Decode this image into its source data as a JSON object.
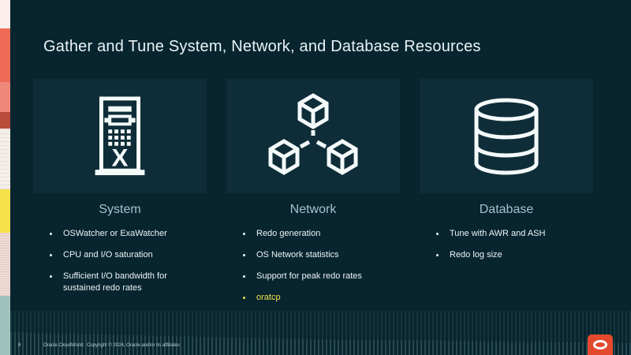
{
  "slide": {
    "title": "Gather and Tune System, Network, and Database Resources",
    "page_number": "9",
    "footer": {
      "brand": "Oracle CloudWorld",
      "copyright": "Copyright © 2024, Oracle and/or its affiliates"
    },
    "colors": {
      "background": "#08252f",
      "panel": "#0e2d38",
      "heading": "#a4c1d1",
      "body_text": "#edf4f7",
      "highlight_text": "#efe14e",
      "oracle_red": "#e34a2d",
      "strip_coral": "#ee6a57",
      "strip_yellow": "#f6e14b",
      "strip_teal": "#9fc3bc"
    }
  },
  "columns": [
    {
      "heading": "System",
      "icon": "server-icon",
      "bullets": [
        {
          "text": "OSWatcher or ExaWatcher",
          "emphasis": "normal"
        },
        {
          "text": "CPU and I/O saturation",
          "emphasis": "normal"
        },
        {
          "text": "Sufficient I/O bandwidth for sustained redo rates",
          "emphasis": "normal"
        }
      ]
    },
    {
      "heading": "Network",
      "icon": "network-nodes-icon",
      "bullets": [
        {
          "text": "Redo generation",
          "emphasis": "normal"
        },
        {
          "text": "OS Network statistics",
          "emphasis": "normal"
        },
        {
          "text": "Support for peak redo rates",
          "emphasis": "normal"
        },
        {
          "text": "oratcp",
          "emphasis": "highlight"
        }
      ]
    },
    {
      "heading": "Database",
      "icon": "database-icon",
      "bullets": [
        {
          "text": "Tune with AWR and ASH",
          "emphasis": "normal"
        },
        {
          "text": "Redo log size",
          "emphasis": "normal"
        }
      ]
    }
  ]
}
